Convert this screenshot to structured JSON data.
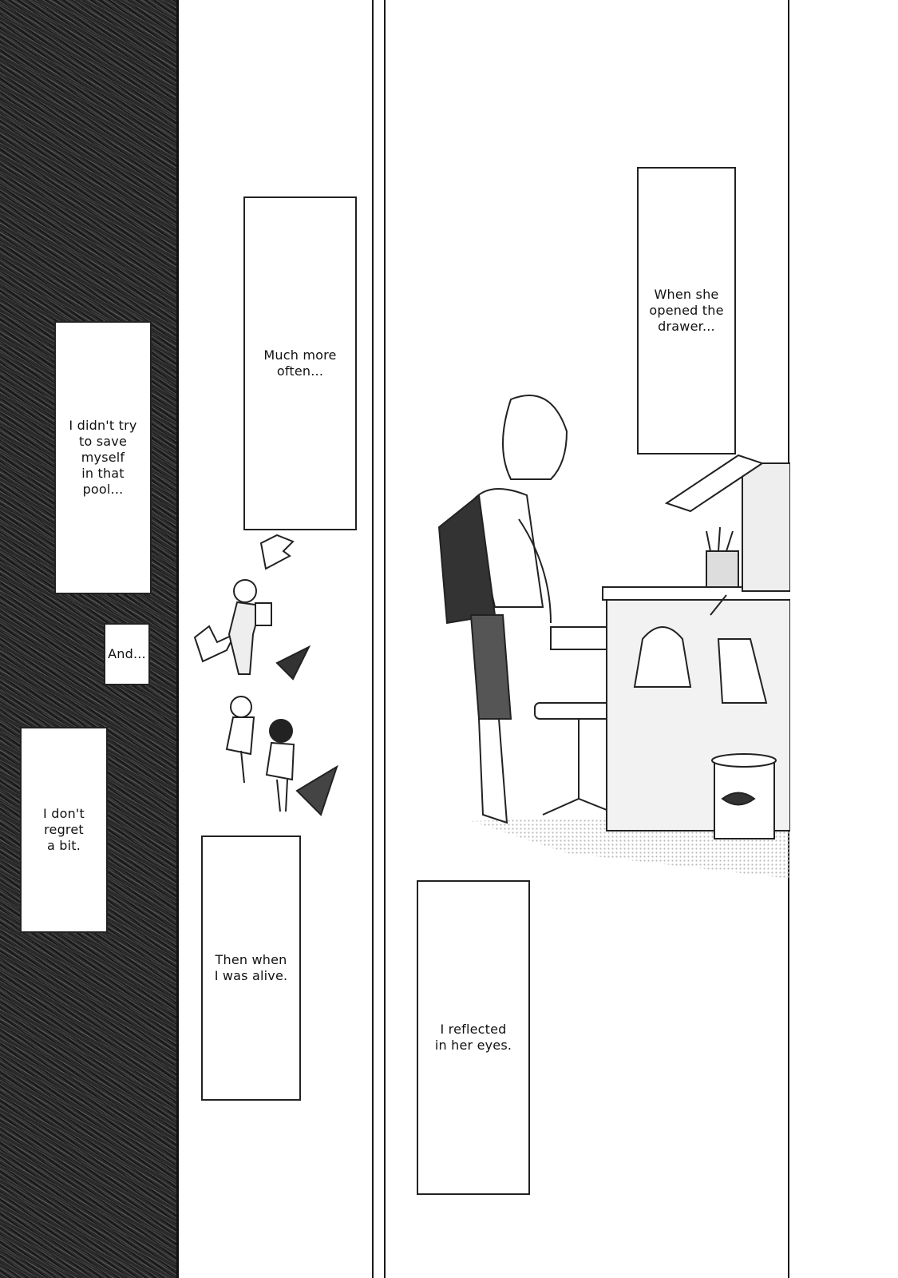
{
  "captions": {
    "save_myself": "I didn't try\nto save\nmyself\nin that\npool...",
    "and": "And...",
    "no_regret": "I don't\nregret\na bit.",
    "more_often": "Much more\noften...",
    "then_alive": "Then when\nI was alive.",
    "opened_drawer": "When she\nopened the\ndrawer...",
    "reflected": "I reflected\nin her eyes."
  }
}
